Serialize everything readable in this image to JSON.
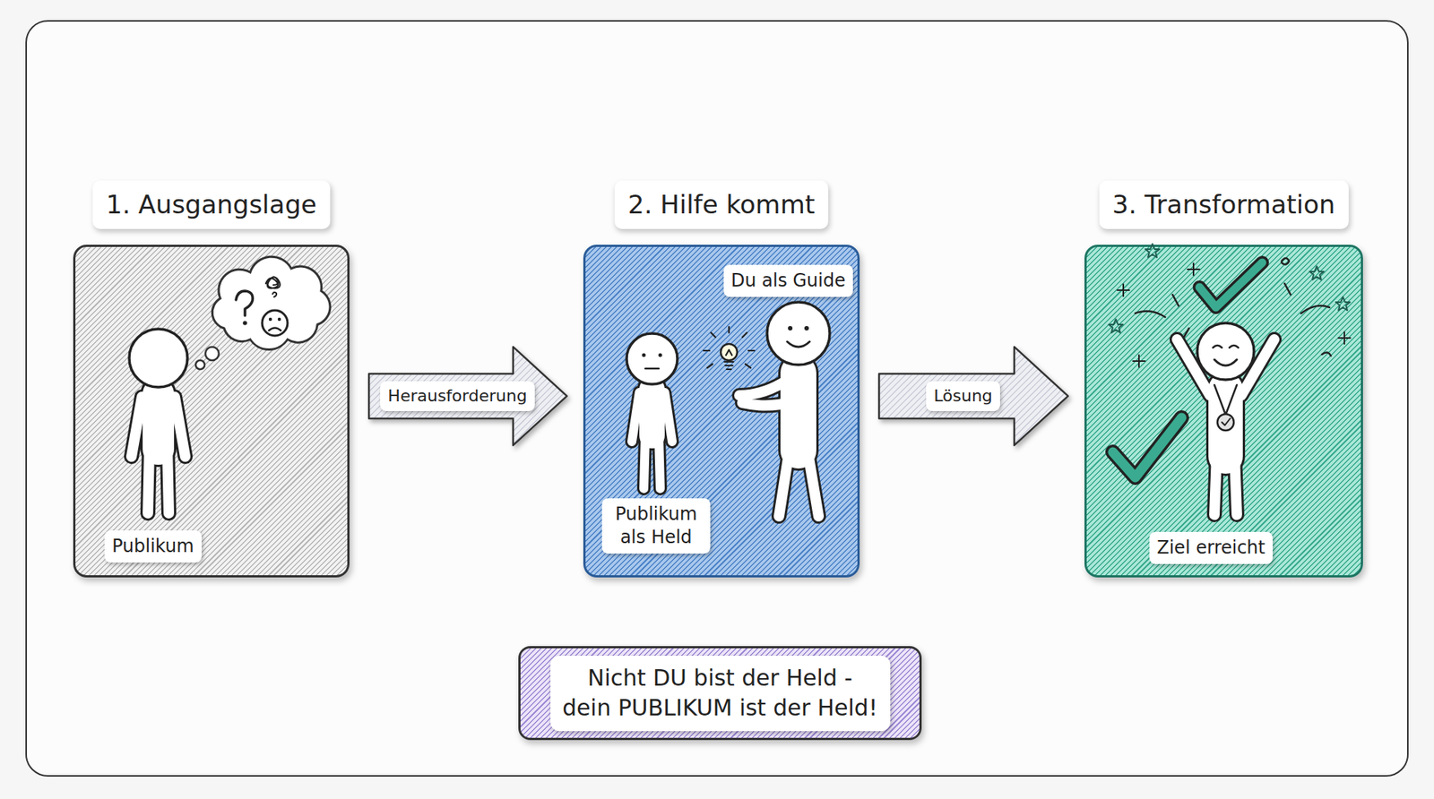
{
  "diagram": {
    "nodes": [
      {
        "text": [
          "1. Ausgangslage",
          "Publikum"
        ]
      },
      {
        "text": [
          "2. Hilfe kommt",
          "Du als Guide",
          "Publikum als Held"
        ]
      },
      {
        "text": [
          "3. Transformation",
          "Ziel erreicht"
        ]
      },
      {
        "text": [
          "Nicht DU bist der Held - dein PUBLIKUM ist der Held!"
        ]
      }
    ],
    "edges": [
      {
        "from": 0,
        "to": 1,
        "label": "Herausforderung",
        "arrow": "to"
      },
      {
        "from": 1,
        "to": 2,
        "label": "Lösung",
        "arrow": "to"
      }
    ]
  }
}
